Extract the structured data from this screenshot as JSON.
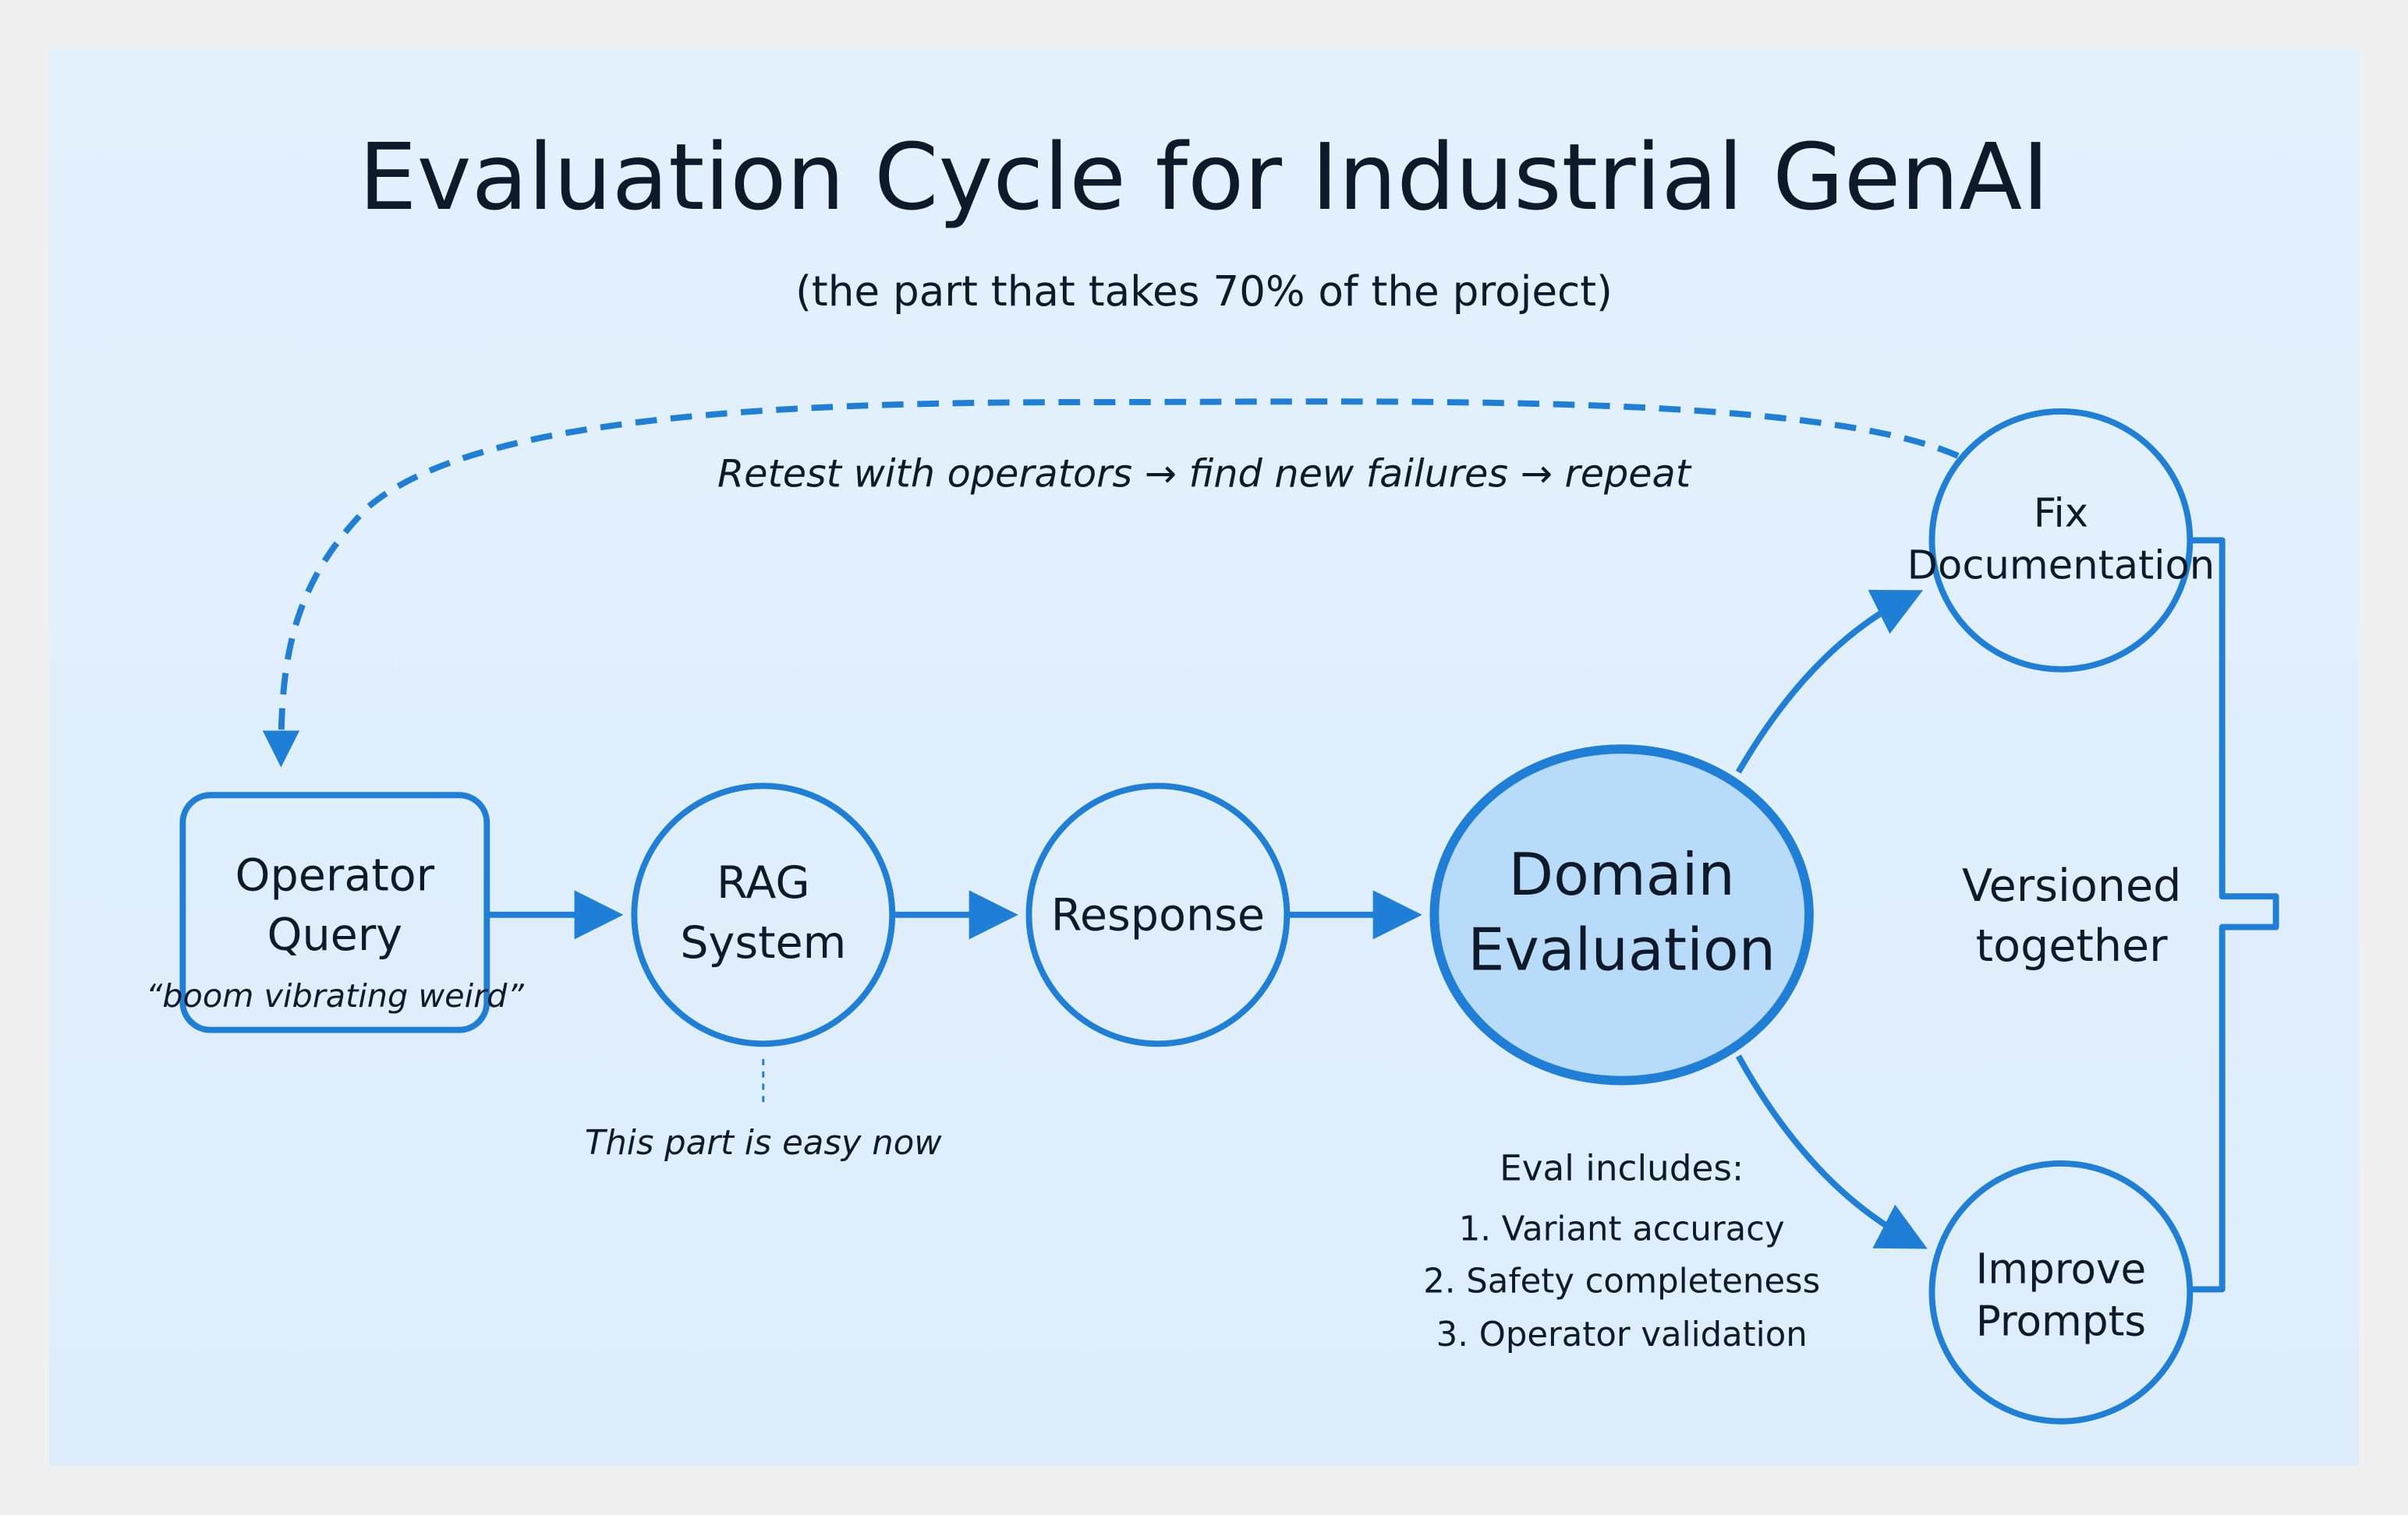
{
  "title": "Evaluation Cycle for Industrial GenAI",
  "subtitle": "(the part that takes 70% of the project)",
  "loop_label": "Retest with operators → find new failures → repeat",
  "nodes": {
    "operator_query": {
      "line1": "Operator",
      "line2": "Query",
      "example": "“boom vibrating weird”"
    },
    "rag_system": {
      "line1": "RAG",
      "line2": "System"
    },
    "response": {
      "line1": "Response"
    },
    "domain_evaluation": {
      "line1": "Domain",
      "line2": "Evaluation"
    },
    "fix_documentation": {
      "line1": "Fix",
      "line2": "Documentation"
    },
    "improve_prompts": {
      "line1": "Improve",
      "line2": "Prompts"
    }
  },
  "rag_note": "This part is easy now",
  "eval_includes": {
    "heading": "Eval includes:",
    "items": [
      "1. Variant accuracy",
      "2. Safety completeness",
      "3. Operator validation"
    ]
  },
  "bracket_label": {
    "line1": "Versioned",
    "line2": "together"
  },
  "colors": {
    "accent": "#1f7fd6",
    "panel": "#e1effc",
    "highlight_fill": "#b9dbfa",
    "text": "#0e1a2a"
  }
}
